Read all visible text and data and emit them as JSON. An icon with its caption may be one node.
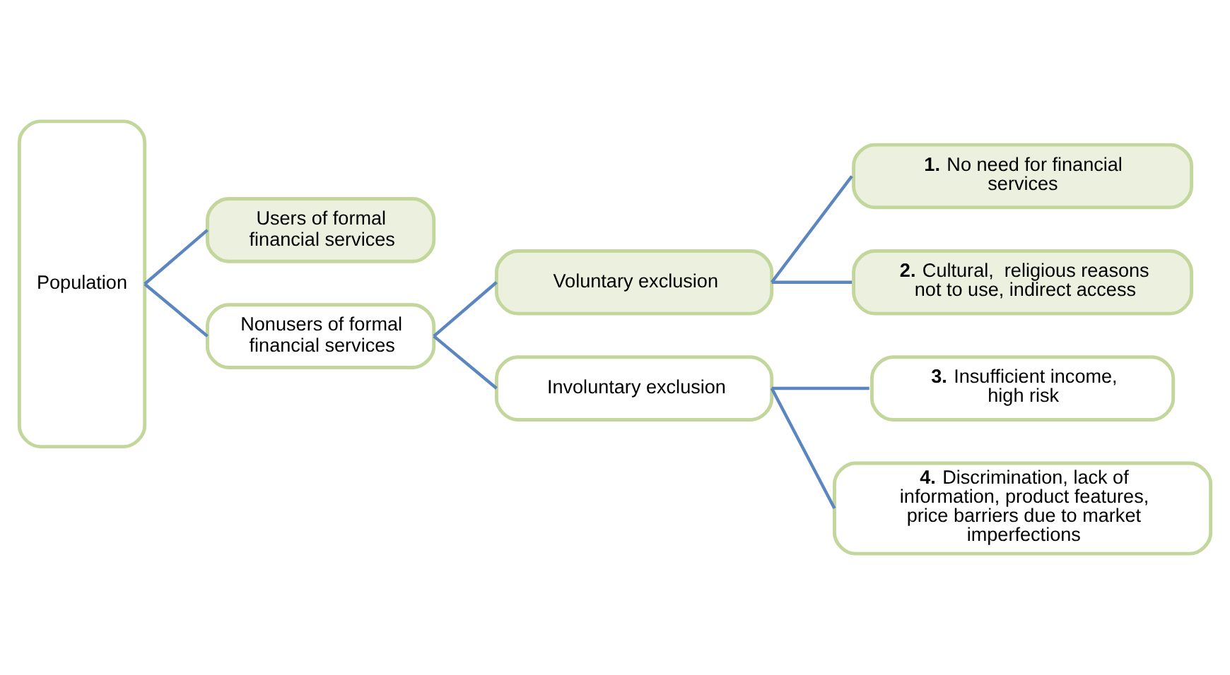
{
  "diagram": {
    "nodes": [
      {
        "text": [
          "Population"
        ]
      },
      {
        "text": [
          "Users of formal financial services"
        ]
      },
      {
        "text": [
          "Nonusers of formal financial services"
        ]
      },
      {
        "text": [
          "Voluntary exclusion"
        ]
      },
      {
        "text": [
          "Involuntary exclusion"
        ]
      },
      {
        "text": [
          "**1.** No need for financial services"
        ]
      },
      {
        "text": [
          "**2.** Cultural,  religious reasons not to use, indirect access"
        ]
      },
      {
        "text": [
          "**3.** Insufficient income, high risk"
        ]
      },
      {
        "text": [
          "**4.** Discrimination, lack of information, product features, price barriers due to market imperfections"
        ]
      }
    ],
    "edges": [
      {
        "from": 0,
        "to": 1,
        "arrow": "none"
      },
      {
        "from": 0,
        "to": 2,
        "arrow": "none"
      },
      {
        "from": 2,
        "to": 3,
        "arrow": "none"
      },
      {
        "from": 2,
        "to": 4,
        "arrow": "none"
      },
      {
        "from": 3,
        "to": 5,
        "arrow": "none"
      },
      {
        "from": 3,
        "to": 6,
        "arrow": "none"
      },
      {
        "from": 4,
        "to": 7,
        "arrow": "none"
      },
      {
        "from": 4,
        "to": 8,
        "arrow": "none"
      }
    ]
  }
}
